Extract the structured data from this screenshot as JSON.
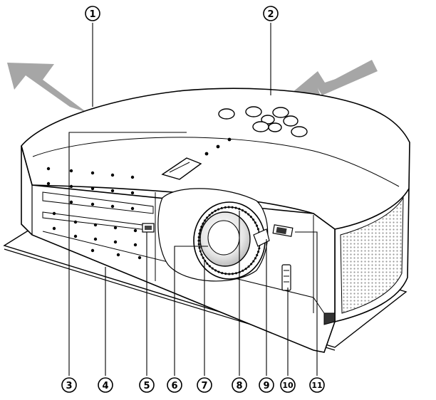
{
  "callouts": {
    "c1": "1",
    "c2": "2",
    "c3": "3",
    "c4": "4",
    "c5": "5",
    "c6": "6",
    "c7": "7",
    "c8": "8",
    "c9": "9",
    "c10": "10",
    "c11": "11"
  },
  "colors": {
    "line": "#000000",
    "arrow": "#a6a6a6",
    "body_shade": "#f2f2f2",
    "vent": "#c8c8c8"
  }
}
